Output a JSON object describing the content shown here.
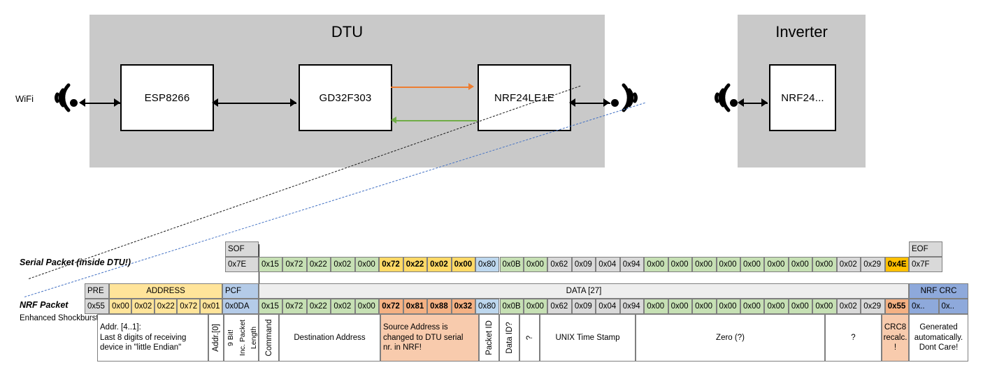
{
  "diagram": {
    "dtu": {
      "title": "DTU",
      "chips": [
        {
          "label": "ESP8266"
        },
        {
          "label": "GD32F303"
        },
        {
          "label": "NRF24LE1E"
        }
      ],
      "wifi_label": "WiFi"
    },
    "inverter": {
      "title": "Inverter",
      "chips": [
        {
          "label": "NRF24..."
        }
      ]
    },
    "colors": {
      "enclosure": "#c9c9c9",
      "orange_arrow": "#ED7D31",
      "green_arrow": "#70AD47",
      "blue_dashed": "#4472C4"
    }
  },
  "serial_packet": {
    "label": "Serial Packet (inside DTU!)",
    "sof_header": "SOF",
    "sof_value": "0x7E",
    "eof_header": "EOF",
    "eof_value": "0x7F",
    "bytes": [
      {
        "v": "0x15",
        "c": "green"
      },
      {
        "v": "0x72",
        "c": "green"
      },
      {
        "v": "0x22",
        "c": "green"
      },
      {
        "v": "0x02",
        "c": "green"
      },
      {
        "v": "0x00",
        "c": "green"
      },
      {
        "v": "0x72",
        "c": "yellow",
        "bold": true
      },
      {
        "v": "0x22",
        "c": "yellow",
        "bold": true
      },
      {
        "v": "0x02",
        "c": "yellow",
        "bold": true
      },
      {
        "v": "0x00",
        "c": "yellow",
        "bold": true
      },
      {
        "v": "0x80",
        "c": "blue"
      },
      {
        "v": "0x0B",
        "c": "green"
      },
      {
        "v": "0x00",
        "c": "green"
      },
      {
        "v": "0x62",
        "c": "gray"
      },
      {
        "v": "0x09",
        "c": "gray"
      },
      {
        "v": "0x04",
        "c": "gray"
      },
      {
        "v": "0x94",
        "c": "gray"
      },
      {
        "v": "0x00",
        "c": "green"
      },
      {
        "v": "0x00",
        "c": "green"
      },
      {
        "v": "0x00",
        "c": "green"
      },
      {
        "v": "0x00",
        "c": "green"
      },
      {
        "v": "0x00",
        "c": "green"
      },
      {
        "v": "0x00",
        "c": "green"
      },
      {
        "v": "0x00",
        "c": "green"
      },
      {
        "v": "0x00",
        "c": "green"
      },
      {
        "v": "0x02",
        "c": "gray"
      },
      {
        "v": "0x29",
        "c": "gray"
      },
      {
        "v": "0x4E",
        "c": "orange",
        "bold": true
      }
    ]
  },
  "nrf_packet": {
    "label": "NRF Packet",
    "sublabel": "Enhanced Shockburst",
    "headers": {
      "pre": "PRE",
      "address": "ADDRESS",
      "pcf": "PCF",
      "data": "DATA [27]",
      "nrf_crc": "NRF CRC"
    },
    "pre_value": "0x55",
    "address_values": [
      "0x00",
      "0x02",
      "0x22",
      "0x72",
      "0x01"
    ],
    "pcf_value": "0x0DA",
    "crc_values": [
      "0x..",
      "0x.."
    ],
    "bytes": [
      {
        "v": "0x15",
        "c": "green"
      },
      {
        "v": "0x72",
        "c": "green"
      },
      {
        "v": "0x22",
        "c": "green"
      },
      {
        "v": "0x02",
        "c": "green"
      },
      {
        "v": "0x00",
        "c": "green"
      },
      {
        "v": "0x72",
        "c": "salmon",
        "bold": true
      },
      {
        "v": "0x81",
        "c": "salmon",
        "bold": true
      },
      {
        "v": "0x88",
        "c": "salmon",
        "bold": true
      },
      {
        "v": "0x32",
        "c": "salmon",
        "bold": true
      },
      {
        "v": "0x80",
        "c": "blue"
      },
      {
        "v": "0x0B",
        "c": "green"
      },
      {
        "v": "0x00",
        "c": "green"
      },
      {
        "v": "0x62",
        "c": "gray"
      },
      {
        "v": "0x09",
        "c": "gray"
      },
      {
        "v": "0x04",
        "c": "gray"
      },
      {
        "v": "0x94",
        "c": "gray"
      },
      {
        "v": "0x00",
        "c": "green"
      },
      {
        "v": "0x00",
        "c": "green"
      },
      {
        "v": "0x00",
        "c": "green"
      },
      {
        "v": "0x00",
        "c": "green"
      },
      {
        "v": "0x00",
        "c": "green"
      },
      {
        "v": "0x00",
        "c": "green"
      },
      {
        "v": "0x00",
        "c": "green"
      },
      {
        "v": "0x00",
        "c": "green"
      },
      {
        "v": "0x02",
        "c": "gray"
      },
      {
        "v": "0x29",
        "c": "gray"
      },
      {
        "v": "0x55",
        "c": "salmon",
        "bold": true
      }
    ],
    "descriptions": {
      "address": "Addr. [4..1]:\nLast 8 digits of receiving device in \"little Endian\"",
      "address_line1": "Addr. [4..1]:",
      "address_line2": "Last 8 digits of receiving",
      "address_line3": "device in \"little Endian\"",
      "addr0": "Addr.[0]",
      "pcf_l1": "9 Bit!",
      "pcf_l2": "Inc. Packet",
      "pcf_l3": "Length",
      "command": "Command",
      "destination": "Destination Address",
      "source_l1": "Source Address is",
      "source_l2": "changed to DTU serial",
      "source_l3": "nr. in NRF!",
      "packet_id": "Packet ID",
      "data_id": "Data ID?",
      "qmark_v": "?",
      "timestamp": "UNIX Time Stamp",
      "zero": "Zero (?)",
      "qmark": "?",
      "crc8_l1": "CRC8",
      "crc8_l2": "recalc.",
      "crc8_l3": "!",
      "nrfcrc_l1": "Generated",
      "nrfcrc_l2": "automatically.",
      "nrfcrc_l3": "Dont Care!"
    }
  }
}
